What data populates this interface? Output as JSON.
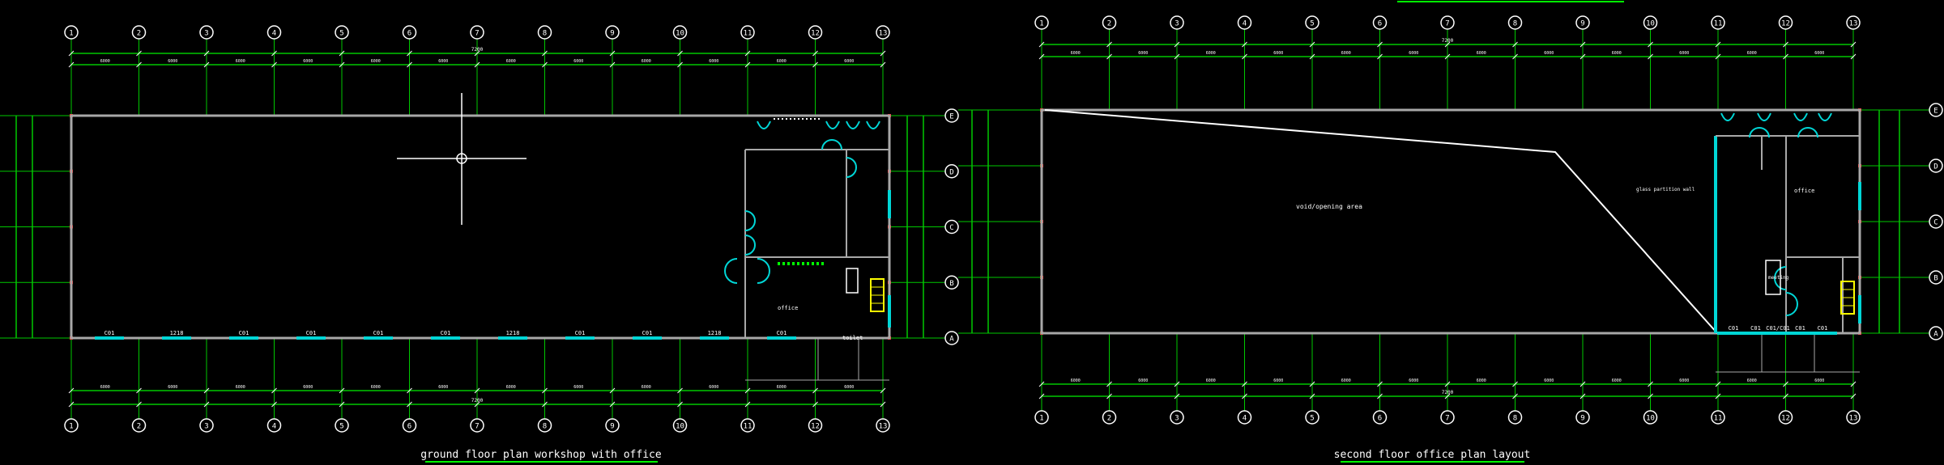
{
  "colors": {
    "background": "#000000",
    "dimension": "#00c800",
    "wall": "#a8a8a8",
    "glazing": "#00d6d6",
    "text": "#ffffff",
    "title_underline": "#00ff00",
    "stair": "#ffff00",
    "column_marker": "#ff2020"
  },
  "left_plan": {
    "title": "ground floor plan workshop with office",
    "top_grid_labels": [
      "1",
      "2",
      "3",
      "4",
      "5",
      "6",
      "7",
      "8",
      "9",
      "10",
      "11",
      "12",
      "13"
    ],
    "bottom_grid_labels": [
      "1",
      "2",
      "3",
      "4",
      "5",
      "6",
      "7",
      "8",
      "9",
      "10",
      "11",
      "12",
      "13"
    ],
    "side_grid_labels": [
      "A",
      "B",
      "C",
      "D",
      "E"
    ],
    "overall_dimension": "7200",
    "bay_dimension": "6000",
    "window_tags": [
      "C01",
      "1218",
      "C01",
      "C01",
      "C01",
      "C01",
      "1218",
      "C01",
      "C01",
      "1218",
      "C01"
    ],
    "room_labels": [
      "office",
      "toilet"
    ]
  },
  "right_plan": {
    "title": "second floor office plan layout",
    "top_grid_labels": [
      "1",
      "2",
      "3",
      "4",
      "5",
      "6",
      "7",
      "8",
      "9",
      "10",
      "11",
      "12",
      "13"
    ],
    "bottom_grid_labels": [
      "1",
      "2",
      "3",
      "4",
      "5",
      "6",
      "7",
      "8",
      "9",
      "10",
      "11",
      "12",
      "13"
    ],
    "side_grid_labels": [
      "A",
      "B",
      "C",
      "D",
      "E"
    ],
    "overall_dimension": "7200",
    "bay_dimension": "6000",
    "void_label": "void/opening area",
    "partition_label": "glass partition wall",
    "window_tags": [
      "C01",
      "C01",
      "C01/C01",
      "C01",
      "C01"
    ],
    "room_labels": [
      "office",
      "meeting"
    ]
  }
}
